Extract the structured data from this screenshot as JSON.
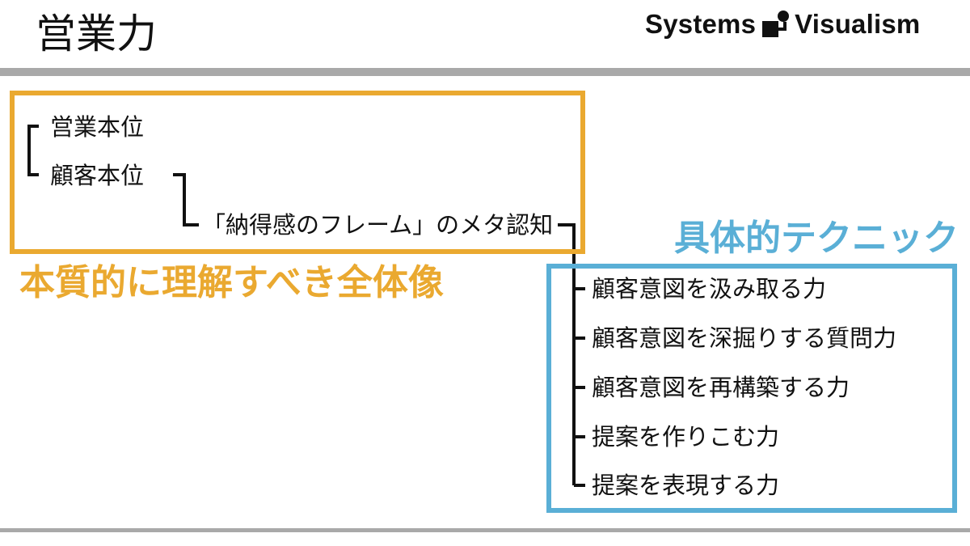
{
  "header": {
    "title": "営業力",
    "brand_left": "Systems",
    "brand_right": "Visualism",
    "brand_icon": "systems-visualism-logo-icon"
  },
  "essence": {
    "heading": "本質的に理解すべき全体像",
    "items": [
      "営業本位",
      "顧客本位",
      "「納得感のフレーム」のメタ認知"
    ],
    "border_color": "#eaa930"
  },
  "techniques": {
    "heading": "具体的テクニック",
    "items": [
      "顧客意図を汲み取る力",
      "顧客意図を深掘りする質問力",
      "顧客意図を再構築する力",
      "提案を作りこむ力",
      "提案を表現する力"
    ],
    "border_color": "#5aafd6"
  }
}
